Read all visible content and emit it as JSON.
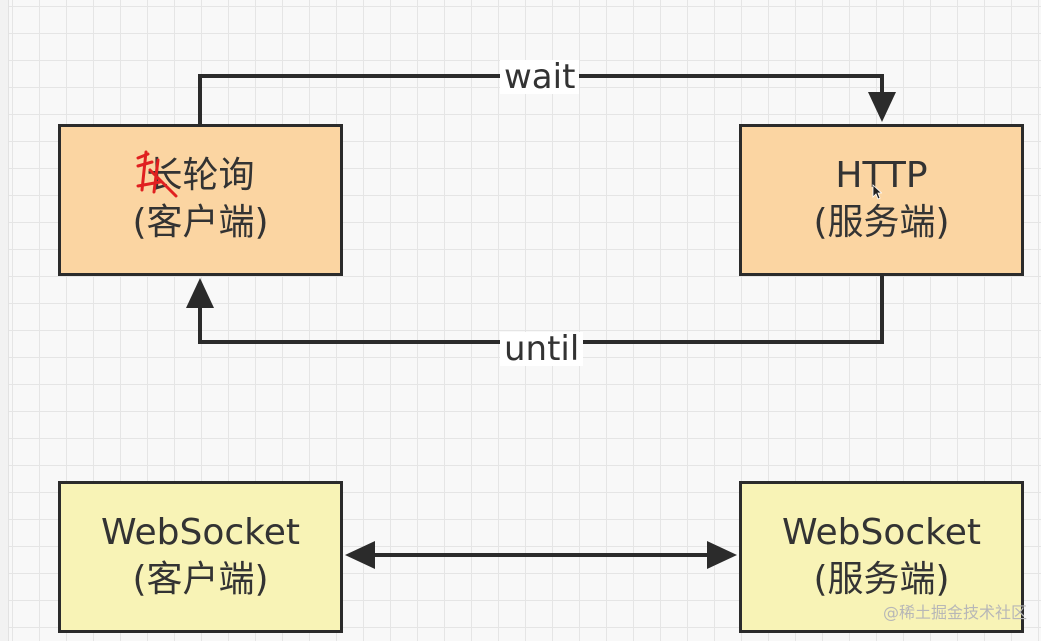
{
  "diagram": {
    "nodes": {
      "long_polling_client": {
        "line1": "长轮询",
        "line2": "(客户端)",
        "fill": "#fbd5a2"
      },
      "http_server": {
        "line1": "HTTP",
        "line2": "(服务端)",
        "fill": "#fbd5a2"
      },
      "websocket_client": {
        "line1": "WebSocket",
        "line2": "(客户端)",
        "fill": "#f8f3b6"
      },
      "websocket_server": {
        "line1": "WebSocket",
        "line2": "(服务端)",
        "fill": "#f8f3b6"
      }
    },
    "edges": {
      "wait": {
        "label": "wait",
        "from": "long_polling_client",
        "to": "http_server"
      },
      "until": {
        "label": "until",
        "from": "http_server",
        "to": "long_polling_client"
      },
      "websocket_link": {
        "label": "",
        "from": "websocket_client",
        "to": "websocket_server",
        "bidirectional": true
      }
    },
    "annotation_color": "#e02020",
    "line_color": "#2b2b2b"
  },
  "watermark": "@稀土掘金技术社区"
}
